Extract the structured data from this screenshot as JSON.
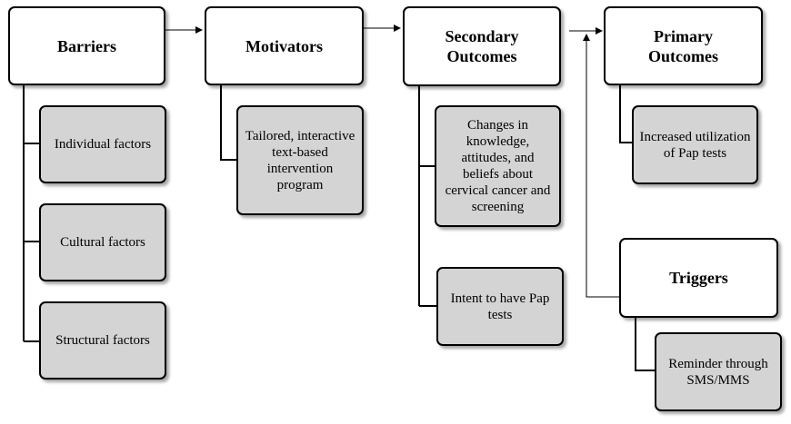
{
  "nodes": {
    "barriers": {
      "label": "Barriers"
    },
    "individual": {
      "label": "Individual factors"
    },
    "cultural": {
      "label": "Cultural factors"
    },
    "structural": {
      "label": "Structural factors"
    },
    "motivators": {
      "label": "Motivators"
    },
    "tailored": {
      "label": "Tailored, interactive text-based intervention program"
    },
    "secondary": {
      "label": "Secondary Outcomes"
    },
    "changes": {
      "label": "Changes in knowledge, attitudes, and beliefs about cervical cancer and screening"
    },
    "intent": {
      "label": "Intent to have Pap tests"
    },
    "primary": {
      "label": "Primary Outcomes"
    },
    "increased": {
      "label": "Increased utilization of Pap tests"
    },
    "triggers": {
      "label": "Triggers"
    },
    "reminder": {
      "label": "Reminder through SMS/MMS"
    }
  },
  "colors": {
    "line": "#000000",
    "child_fill": "#d4d4d4",
    "header_fill": "#ffffff"
  }
}
